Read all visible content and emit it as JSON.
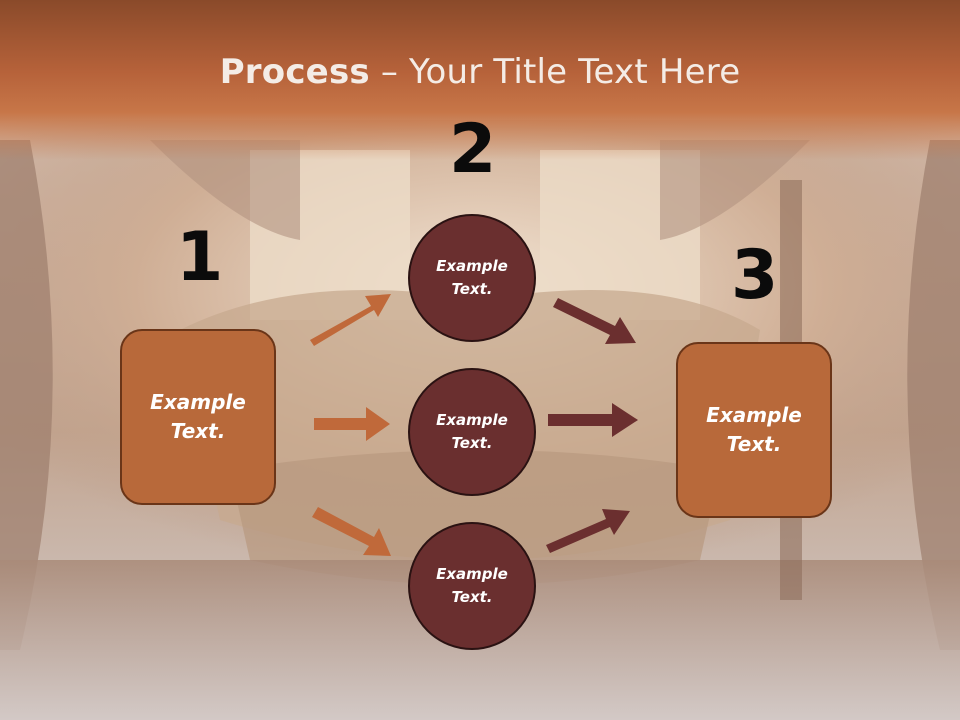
{
  "title": {
    "bold": "Process",
    "rest": " – Your Title Text Here"
  },
  "steps": {
    "n1": "1",
    "n2": "2",
    "n3": "3"
  },
  "left_box": {
    "text_line1": "Example",
    "text_line2": "Text."
  },
  "right_box": {
    "text_line1": "Example",
    "text_line2": "Text."
  },
  "circles": [
    {
      "text_line1": "Example",
      "text_line2": "Text."
    },
    {
      "text_line1": "Example",
      "text_line2": "Text."
    },
    {
      "text_line1": "Example",
      "text_line2": "Text."
    }
  ],
  "colors": {
    "title_band": "#b6623a",
    "box_fill": "#b8693a",
    "circle_fill": "#6a2f2f",
    "arrow_left": "#c0693a",
    "arrow_right": "#6b2f2f"
  }
}
